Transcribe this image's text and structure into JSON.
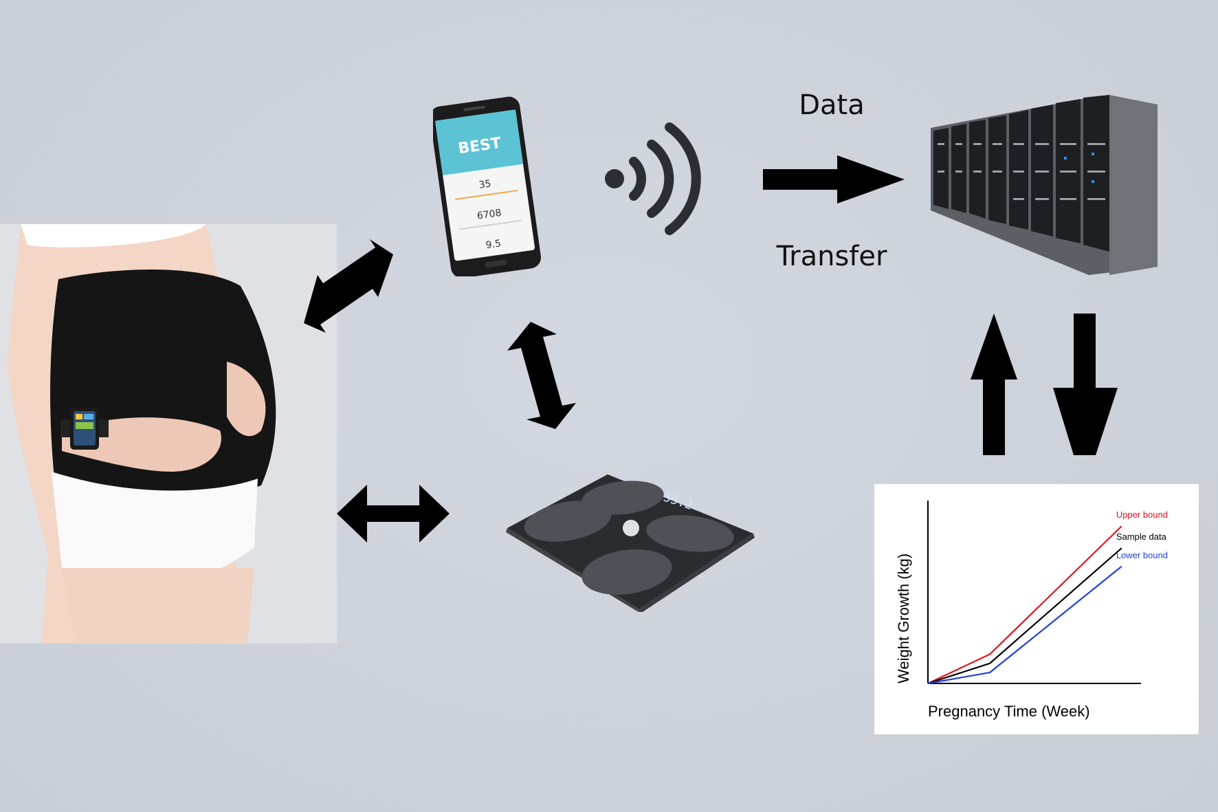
{
  "labels": {
    "data": "Data",
    "transfer": "Transfer"
  },
  "phone_screen": {
    "headline": "BEST",
    "metrics": [
      "35",
      "6708",
      "9.5"
    ]
  },
  "scale_display": "55.2",
  "colors": {
    "background": "#cdd2da",
    "arrow": "#000000",
    "upper_bound": "#e0141e",
    "sample_data": "#000000",
    "lower_bound": "#1f3ee0",
    "wifi": "#2b2f33"
  },
  "icons": [
    "pregnant-woman-photo",
    "smartwatch-icon",
    "smartphone-icon",
    "wifi-signal-icon",
    "server-rack-icon",
    "smart-scale-icon"
  ],
  "chart_data": {
    "type": "line",
    "xlabel": "Pregnancy Time (Week)",
    "ylabel": "Weight Growth (kg)",
    "x": [
      0,
      0.32,
      1
    ],
    "series": [
      {
        "name": "Upper bound",
        "values": [
          0,
          0.16,
          0.86
        ]
      },
      {
        "name": "Sample data",
        "values": [
          0,
          0.11,
          0.74
        ]
      },
      {
        "name": "Lower bound",
        "values": [
          0,
          0.06,
          0.64
        ]
      }
    ],
    "xlim": [
      0,
      1.1
    ],
    "ylim": [
      0,
      1
    ],
    "grid": false,
    "legend": "inline-right"
  }
}
